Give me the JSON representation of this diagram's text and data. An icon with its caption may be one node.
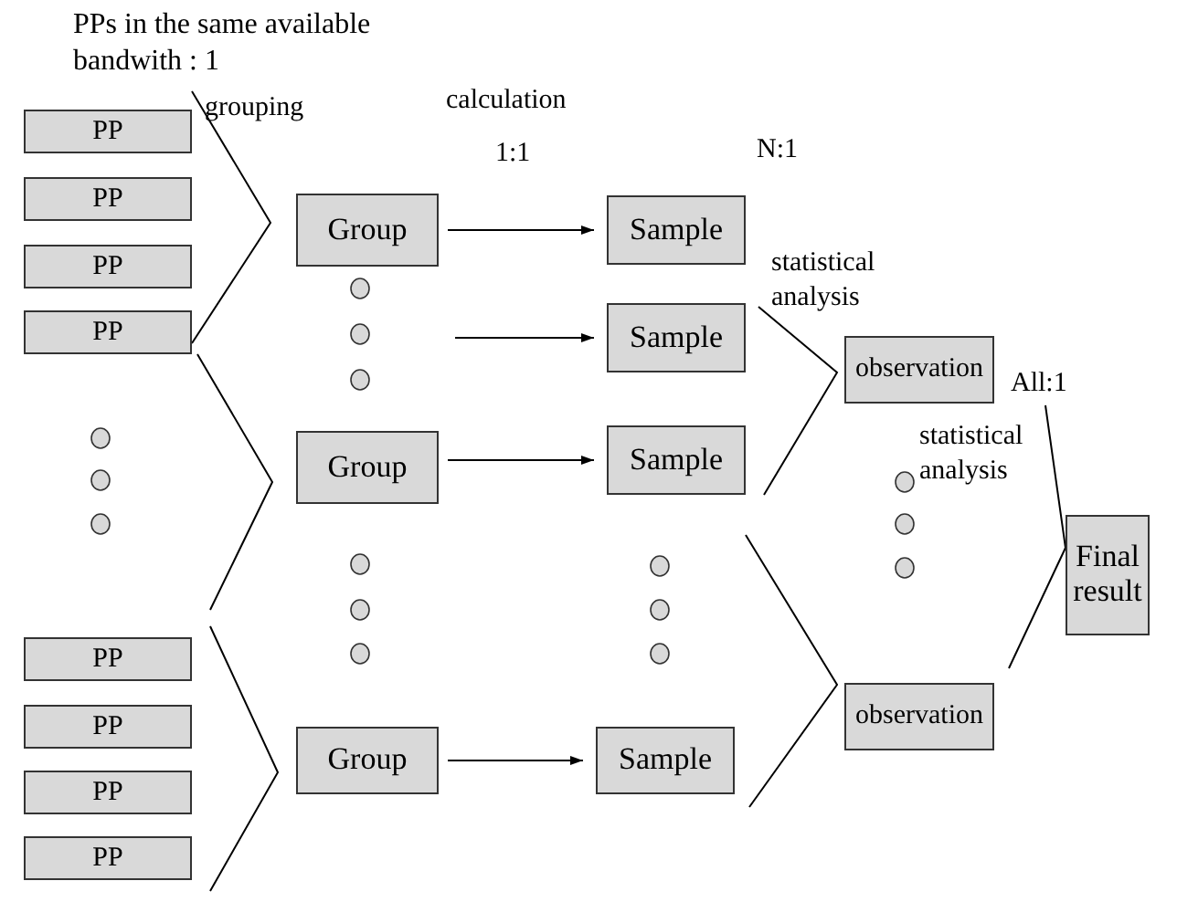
{
  "diagram": {
    "nodes": [
      {
        "text": [
          "PP"
        ]
      },
      {
        "text": [
          "PP"
        ]
      },
      {
        "text": [
          "PP"
        ]
      },
      {
        "text": [
          "PP"
        ]
      },
      {
        "text": [
          "PP"
        ]
      },
      {
        "text": [
          "PP"
        ]
      },
      {
        "text": [
          "PP"
        ]
      },
      {
        "text": [
          "PP"
        ]
      },
      {
        "text": [
          "Group"
        ]
      },
      {
        "text": [
          "Group"
        ]
      },
      {
        "text": [
          "Group"
        ]
      },
      {
        "text": [
          "Sample"
        ]
      },
      {
        "text": [
          "Sample"
        ]
      },
      {
        "text": [
          "Sample"
        ]
      },
      {
        "text": [
          "Sample"
        ]
      },
      {
        "text": [
          "observation"
        ]
      },
      {
        "text": [
          "observation"
        ]
      },
      {
        "text": [
          "Final result"
        ]
      }
    ],
    "edges": [
      {
        "from": 8,
        "to": 11,
        "arrow": "to"
      },
      {
        "from": null,
        "to": 12,
        "arrow": "to"
      },
      {
        "from": 9,
        "to": 13,
        "arrow": "to"
      },
      {
        "from": 10,
        "to": 14,
        "arrow": "to"
      }
    ],
    "labels": [
      "PPs in the same available bandwith : 1",
      "grouping",
      "calculation",
      "1:1",
      "N:1",
      "statistical analysis",
      "All:1",
      "statistical analysis"
    ]
  }
}
